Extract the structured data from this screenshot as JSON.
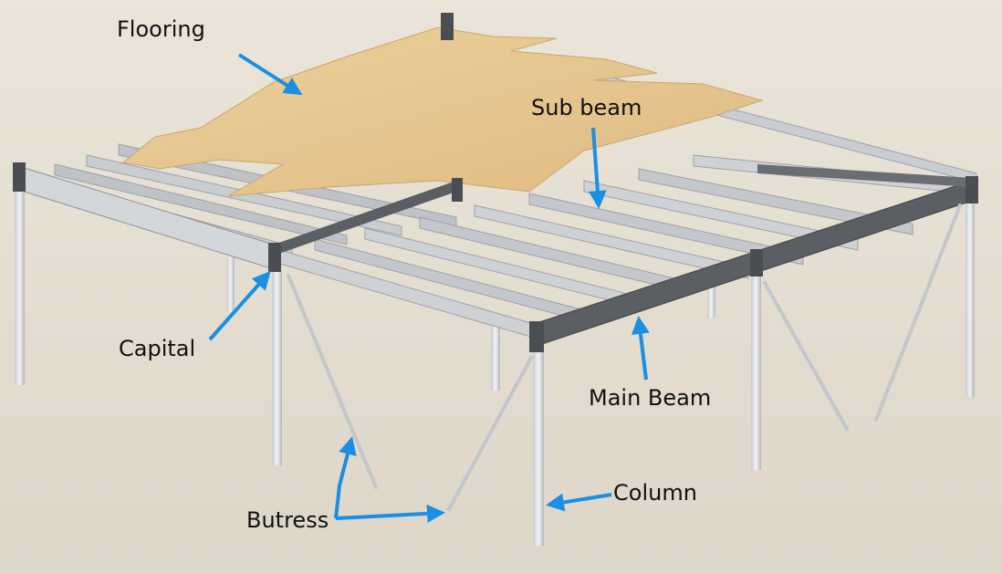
{
  "labels": {
    "flooring": "Flooring",
    "sub_beam": "Sub beam",
    "capital": "Capital",
    "main_beam": "Main Beam",
    "column": "Column",
    "butress": "Butress"
  },
  "colors": {
    "background": "#e3ddd2",
    "arrow": "#1a8fe3",
    "plywood": "#e6c48d",
    "steel": "#b9bcc0",
    "main_beam": "#5b5e62"
  }
}
